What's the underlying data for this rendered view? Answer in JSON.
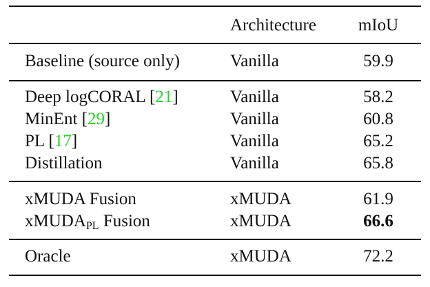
{
  "table": {
    "header": {
      "method": "",
      "architecture": "Architecture",
      "miou": "mIoU"
    },
    "groups": [
      {
        "rows": [
          {
            "method": "Baseline (source only)",
            "architecture": "Vanilla",
            "miou": "59.9"
          }
        ]
      },
      {
        "rows": [
          {
            "method": "Deep logCORAL ",
            "cite": "21",
            "architecture": "Vanilla",
            "miou": "58.2"
          },
          {
            "method": "MinEnt ",
            "cite": "29",
            "architecture": "Vanilla",
            "miou": "60.8"
          },
          {
            "method": "PL ",
            "cite": "17",
            "architecture": "Vanilla",
            "miou": "65.2"
          },
          {
            "method": "Distillation",
            "architecture": "Vanilla",
            "miou": "65.8"
          }
        ]
      },
      {
        "rows": [
          {
            "method": "xMUDA Fusion",
            "architecture": "xMUDA",
            "miou": "61.9"
          },
          {
            "method": "xMUDA",
            "method_sub": "PL",
            "method_suffix": " Fusion",
            "architecture": "xMUDA",
            "miou": "66.6",
            "bold": true
          }
        ]
      },
      {
        "rows": [
          {
            "method": "Oracle",
            "architecture": "xMUDA",
            "miou": "72.2"
          }
        ]
      }
    ]
  }
}
